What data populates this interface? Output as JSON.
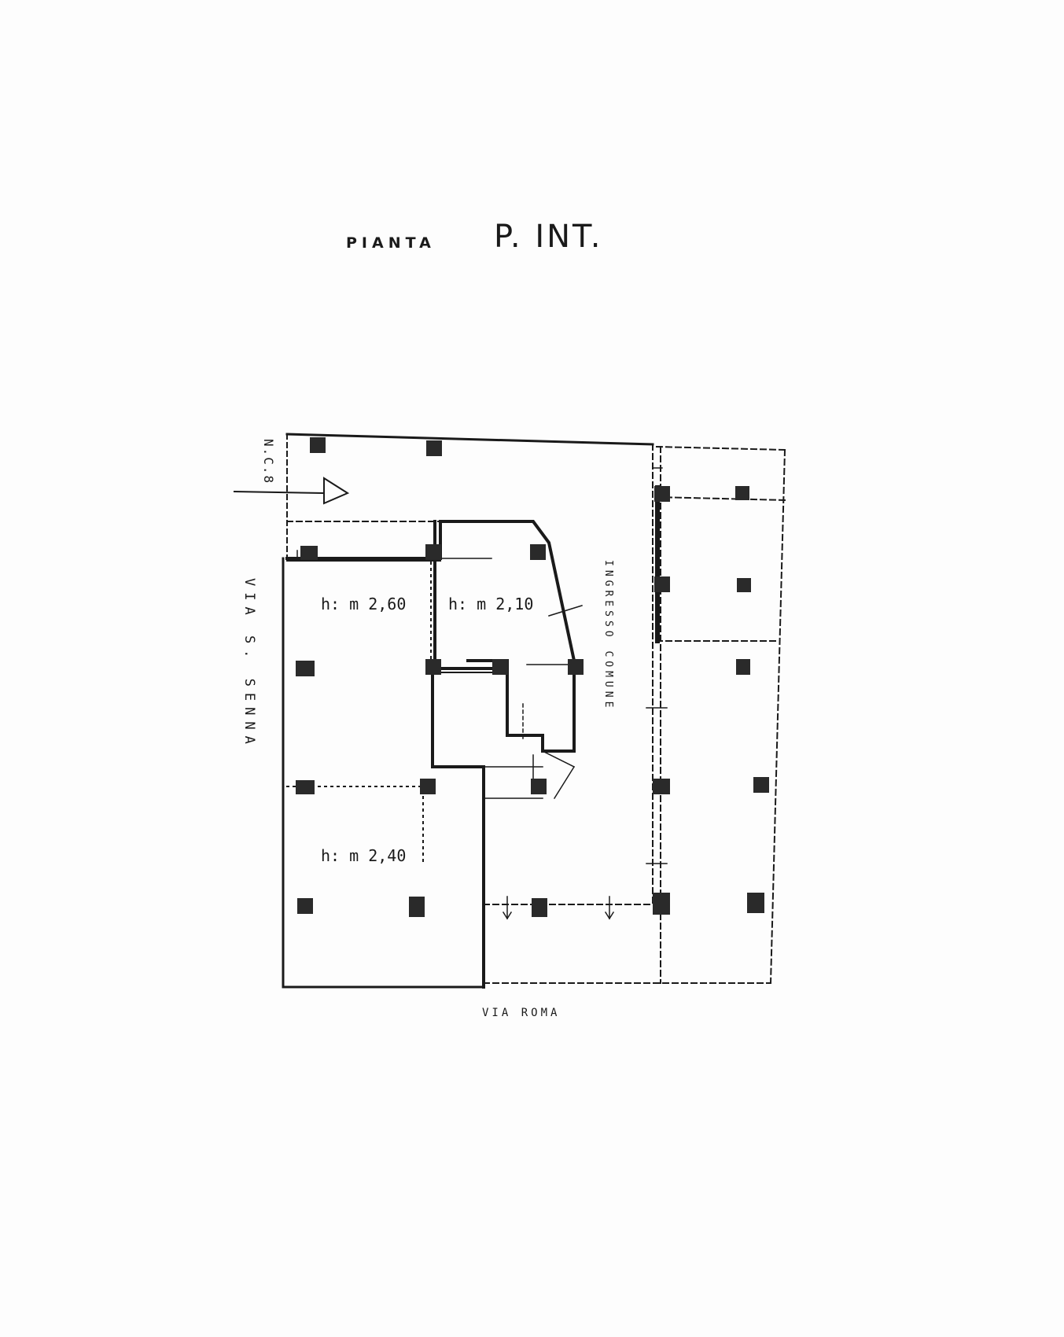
{
  "title": {
    "prefix": "PIANTA",
    "main": "P. INT."
  },
  "labels": {
    "entrance": "N.C.8",
    "street_left": "VIA S. SENNA",
    "street_bottom": "VIA ROMA",
    "common_entrance": "INGRESSO COMUNE",
    "height_room_a": "h: m 2,60",
    "height_room_b": "h: m 2,10",
    "height_room_c": "h: m 2,40"
  },
  "colors": {
    "ink": "#1a1a1a",
    "paper": "#fdfdfd"
  }
}
